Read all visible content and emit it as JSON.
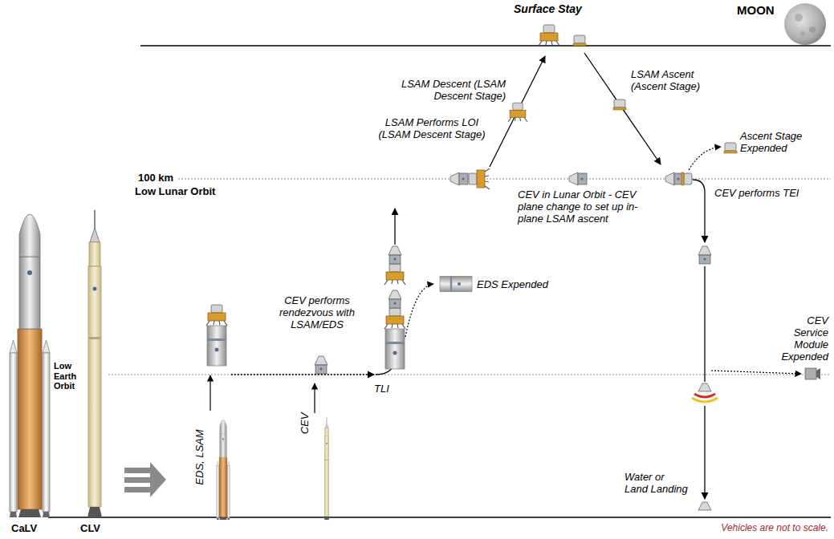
{
  "diagram": {
    "labels": [
      "Surface Stay",
      "MOON",
      "LSAM Descent (LSAM Descent Stage)",
      "LSAM Ascent (Ascent Stage)",
      "Ascent Stage Expended",
      "LSAM Performs LOI (LSAM Descent Stage)",
      "100 km",
      "Low Lunar Orbit",
      "CEV in Lunar Orbit - CEV plane change to set up in-plane LSAM ascent",
      "CEV performs TEI",
      "EDS Expended",
      "CEV performs rendezvous with LSAM/EDS",
      "Low Earth Orbit",
      "CEV Service Module Expended",
      "EDS, LSAM",
      "CEV",
      "TLI",
      "Water or Land Landing",
      "CaLV",
      "CLV",
      "Vehicles are not to scale."
    ]
  }
}
